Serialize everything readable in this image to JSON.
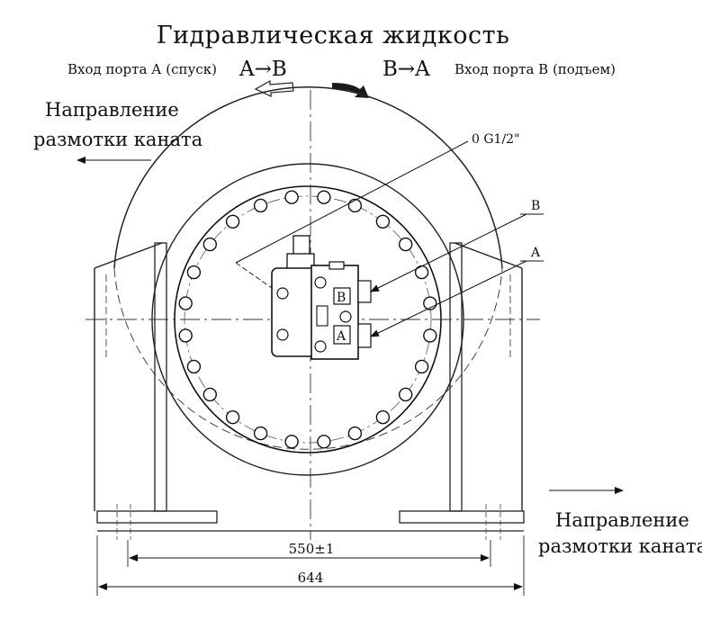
{
  "header": {
    "title": "Гидравлическая жидкость",
    "port_a_text": "Вход порта А (спуск)",
    "port_a_flow": "A→B",
    "port_b_flow": "B→A",
    "port_b_text": "Вход порта В (подъем)"
  },
  "direction_left": {
    "line1": "Направление",
    "line2": "размотки каната"
  },
  "direction_right": {
    "line1": "Направление",
    "line2": "размотки каната"
  },
  "labels": {
    "port_size": "0 G1/2\"",
    "port_b": "B",
    "port_a": "A",
    "motor_b": "B",
    "motor_a": "A"
  },
  "dimensions": {
    "inner_width": "550±1",
    "outer_width": "644"
  }
}
